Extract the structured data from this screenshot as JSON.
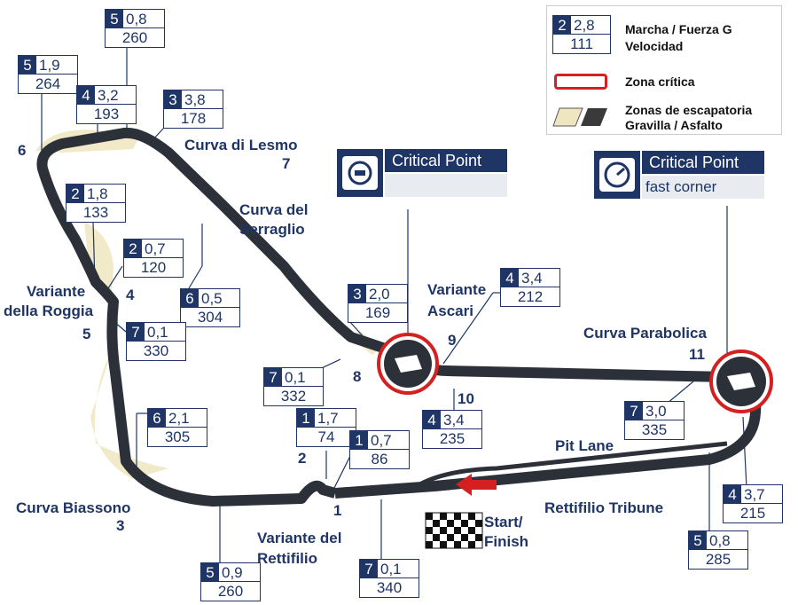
{
  "legend": {
    "sample_gear": "2",
    "sample_gforce": "2,8",
    "sample_speed": "111",
    "gear_label": "Marcha  / Fuerza G",
    "speed_label": "Velocidad",
    "critical_label": "Zona crítica",
    "runoff_label_1": "Zonas de escapatoria",
    "runoff_label_2": "Gravilla / Asfalto",
    "critical_color": "#d42020",
    "gravel_color": "#efe6bf",
    "asphalt_color": "#3a3a3a"
  },
  "critical_points": [
    {
      "title": "Critical Point",
      "subtitle": "",
      "icon": "speedometer-gauge-icon"
    },
    {
      "title": "Critical Point",
      "subtitle": "fast corner",
      "icon": "speedometer-dial-icon"
    }
  ],
  "corners": {
    "lesmo": {
      "name": "Curva di Lesmo",
      "number": "7"
    },
    "serraglio": {
      "name_1": "Curva del",
      "name_2": "Serraglio"
    },
    "roggia": {
      "name_1": "Variante",
      "name_2": "della Roggia",
      "number": "5"
    },
    "ascari": {
      "name_1": "Variante",
      "name_2": "Ascari",
      "number": "9"
    },
    "parabolica": {
      "name": "Curva Parabolica",
      "number": "11"
    },
    "biassono": {
      "name": "Curva Biassono",
      "number": "3"
    },
    "rettifilio": {
      "name_1": "Variante del",
      "name_2": "Rettifilio"
    },
    "n1": "1",
    "n2": "2",
    "n4": "4",
    "n6": "6",
    "n8": "8",
    "n10": "10"
  },
  "pit_lane": "Pit Lane",
  "main_straight": "Rettifilio Tribune",
  "start_finish_1": "Start/",
  "start_finish_2": "Finish",
  "speed_boxes": [
    {
      "gear": "5",
      "gforce": "0,8",
      "speed": "260"
    },
    {
      "gear": "5",
      "gforce": "1,9",
      "speed": "264"
    },
    {
      "gear": "4",
      "gforce": "3,2",
      "speed": "193"
    },
    {
      "gear": "3",
      "gforce": "3,8",
      "speed": "178"
    },
    {
      "gear": "2",
      "gforce": "1,8",
      "speed": "133"
    },
    {
      "gear": "2",
      "gforce": "0,7",
      "speed": "120"
    },
    {
      "gear": "6",
      "gforce": "0,5",
      "speed": "304"
    },
    {
      "gear": "7",
      "gforce": "0,1",
      "speed": "330"
    },
    {
      "gear": "3",
      "gforce": "2,0",
      "speed": "169"
    },
    {
      "gear": "4",
      "gforce": "3,4",
      "speed": "212"
    },
    {
      "gear": "7",
      "gforce": "0,1",
      "speed": "332"
    },
    {
      "gear": "6",
      "gforce": "2,1",
      "speed": "305"
    },
    {
      "gear": "1",
      "gforce": "1,7",
      "speed": "74"
    },
    {
      "gear": "1",
      "gforce": "0,7",
      "speed": "86"
    },
    {
      "gear": "4",
      "gforce": "3,4",
      "speed": "235"
    },
    {
      "gear": "7",
      "gforce": "3,0",
      "speed": "335"
    },
    {
      "gear": "4",
      "gforce": "3,7",
      "speed": "215"
    },
    {
      "gear": "5",
      "gforce": "0,8",
      "speed": "285"
    },
    {
      "gear": "5",
      "gforce": "0,9",
      "speed": "260"
    },
    {
      "gear": "7",
      "gforce": "0,1",
      "speed": "340"
    }
  ]
}
